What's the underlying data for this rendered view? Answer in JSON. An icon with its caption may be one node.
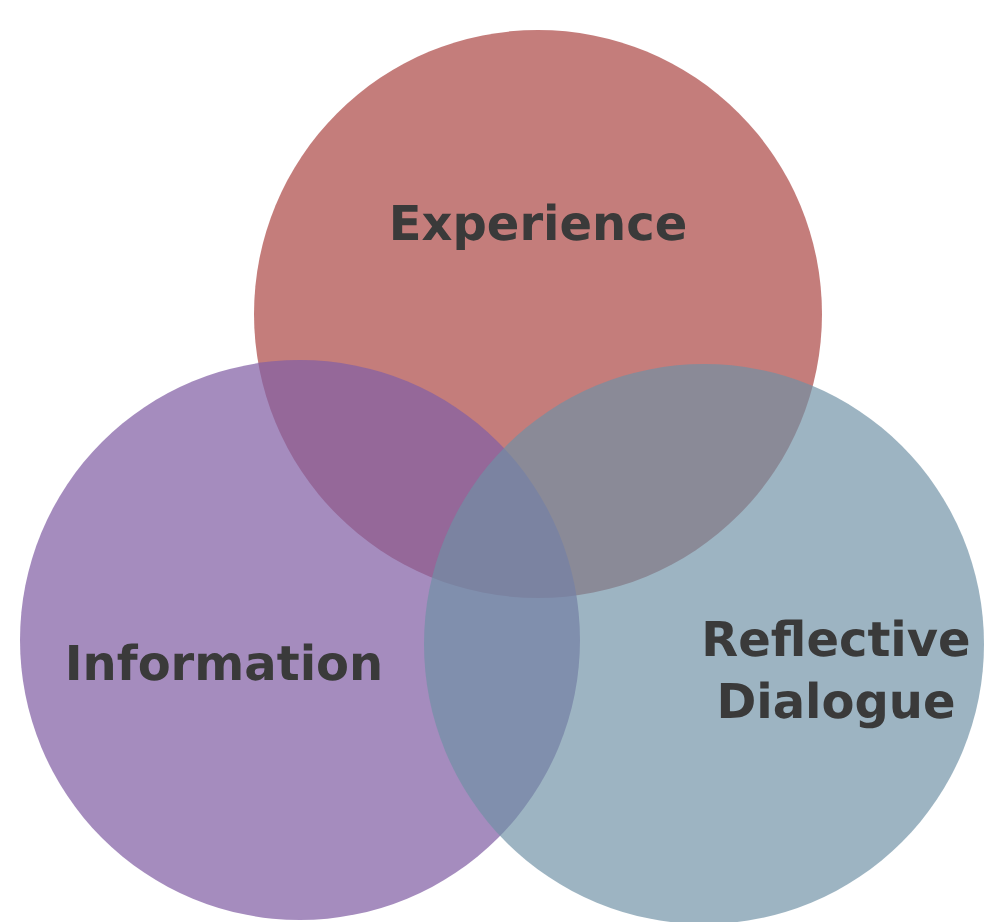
{
  "diagram": {
    "nodes": [
      {
        "text": [
          "Experience"
        ]
      },
      {
        "text": [
          "Information"
        ]
      },
      {
        "text": [
          "Reflective Dialogue"
        ]
      }
    ]
  }
}
